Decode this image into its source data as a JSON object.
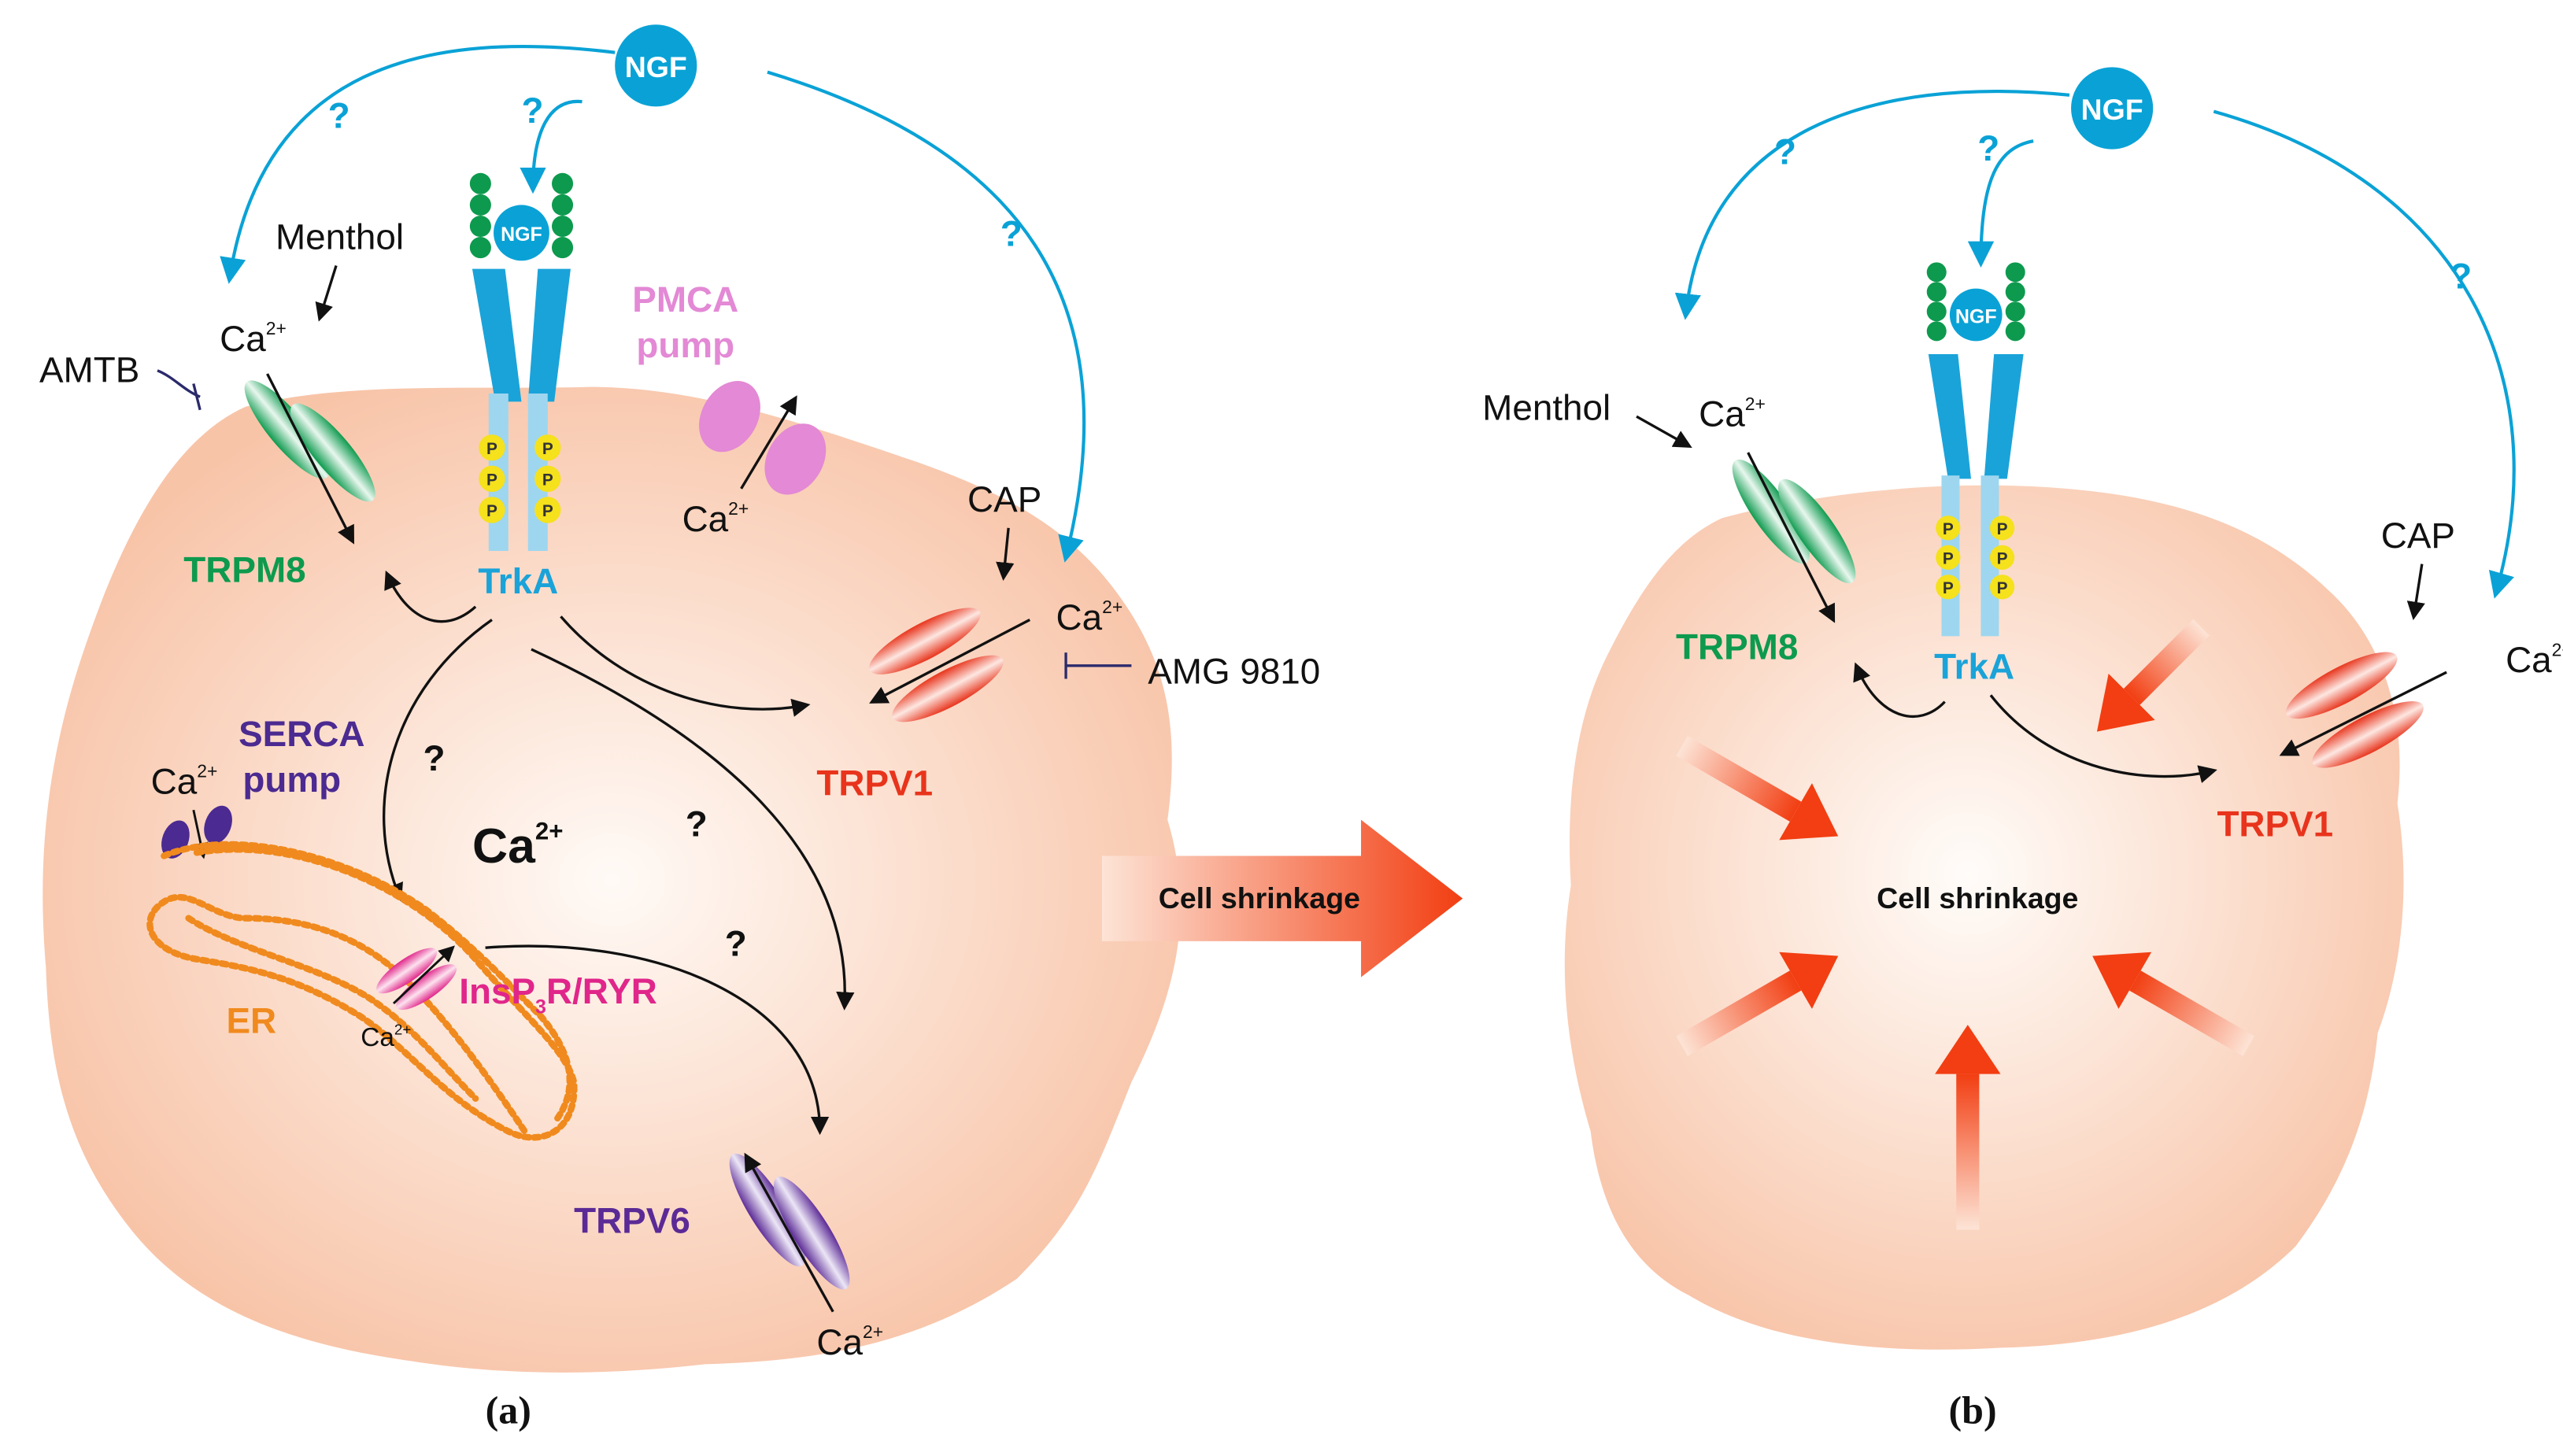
{
  "colors": {
    "cell_center": "#fdf1ea",
    "cell_edge": "#f8c5ab",
    "ngf": "#0aa2d6",
    "trka": "#1aa3d9",
    "trka_light": "#9ed6ef",
    "phospho": "#f5e11c",
    "trpm8": "#0d9a4e",
    "trpv1": "#e8341c",
    "trpv6": "#5b2a96",
    "serca": "#4b2a91",
    "pmca": "#e389d5",
    "er": "#f08a1e",
    "insp3r": "#e0268a",
    "arrow_orange": "#f2471e"
  },
  "panel_a": {
    "label": "(a)",
    "ngf": "NGF",
    "ngf_bound": "NGF",
    "question": "?",
    "menthol": "Menthol",
    "amtb": "AMTB",
    "ca_base": "Ca",
    "ca_charge": "2+",
    "phospho": "P",
    "pmca_line1": "PMCA",
    "pmca_line2": "pump",
    "cap": "CAP",
    "amg": "AMG 9810",
    "trpm8": "TRPM8",
    "trka": "TrkA",
    "trpv1": "TRPV1",
    "serca_line1": "SERCA",
    "serca_line2": "pump",
    "er": "ER",
    "insp3r_a": "InsP",
    "insp3r_sub": "3",
    "insp3r_b": "R/RYR",
    "trpv6": "TRPV6"
  },
  "transition": {
    "label": "Cell shrinkage"
  },
  "panel_b": {
    "label": "(b)",
    "ngf": "NGF",
    "ngf_bound": "NGF",
    "question": "?",
    "menthol": "Menthol",
    "ca_base": "Ca",
    "ca_charge": "2+",
    "phospho": "P",
    "cap": "CAP",
    "trpm8": "TRPM8",
    "trka": "TrkA",
    "trpv1": "TRPV1",
    "center": "Cell shrinkage"
  }
}
